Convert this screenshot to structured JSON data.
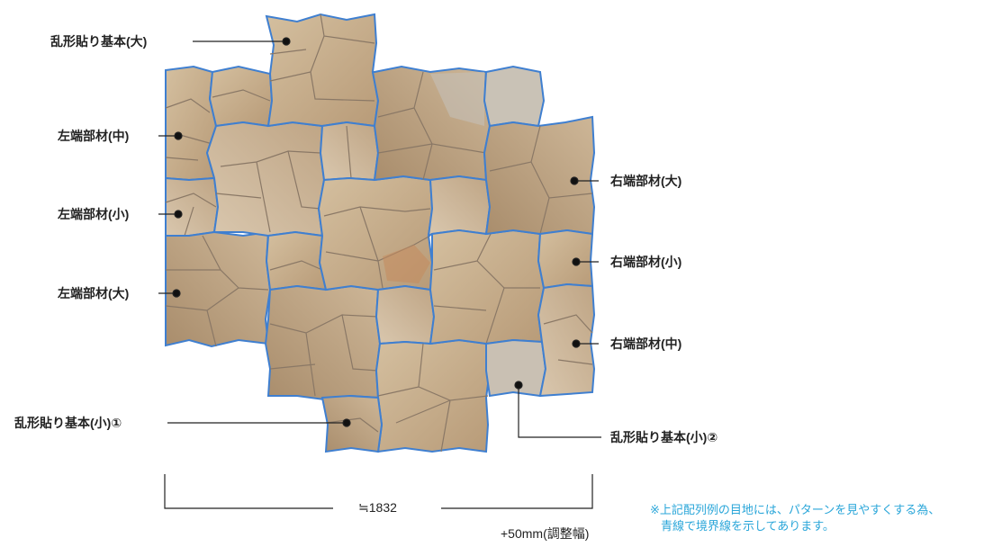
{
  "labels": {
    "large_basic": "乱形貼り基本(大)",
    "left_mid": "左端部材(中)",
    "left_small": "左端部材(小)",
    "left_large": "左端部材(大)",
    "small_basic_1": "乱形貼り基本(小)①",
    "right_large": "右端部材(大)",
    "right_small": "右端部材(小)",
    "right_mid": "右端部材(中)",
    "small_basic_2": "乱形貼り基本(小)②"
  },
  "dimension": {
    "width": "≒1832",
    "adjust": "+50mm(調整幅)"
  },
  "note": {
    "line1": "※上記配列例の目地には、パターンを見やすくする為、",
    "line2": "青線で境界線を示してあります。"
  },
  "colors": {
    "boundary": "#3f7fd0",
    "note": "#2aa6d9",
    "stone_base": "#c7ad8c",
    "joint": "#8a7866"
  }
}
